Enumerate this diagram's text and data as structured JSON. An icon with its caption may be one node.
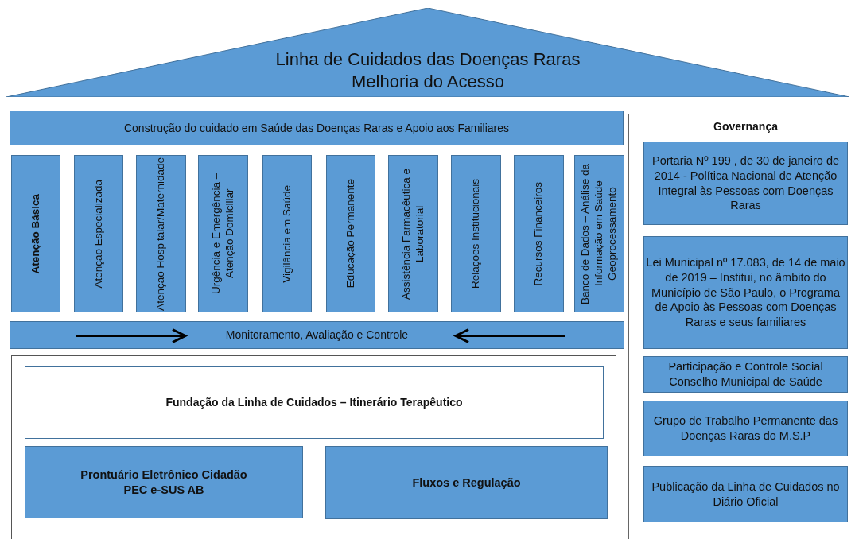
{
  "diagram": {
    "nodes": [
      {
        "text": [
          "Linha de Cuidados das Doenças Raras",
          "Melhoria do Acesso"
        ]
      },
      {
        "text": [
          "Construção do cuidado em Saúde das Doenças Raras e Apoio aos Familiares"
        ]
      },
      {
        "text": [
          "Atenção Básica"
        ]
      },
      {
        "text": [
          "Atenção Especializada"
        ]
      },
      {
        "text": [
          "Atenção Hospitalar/Maternidade"
        ]
      },
      {
        "text": [
          "Urgência e Emergência – Atenção Domiciliar"
        ]
      },
      {
        "text": [
          "Vigilância em Saúde"
        ]
      },
      {
        "text": [
          "Educação Permanente"
        ]
      },
      {
        "text": [
          "Assistência Farmacêutica e Laboratorial"
        ]
      },
      {
        "text": [
          "Relações Institucionais"
        ]
      },
      {
        "text": [
          "Recursos Financeiros"
        ]
      },
      {
        "text": [
          "Banco de Dados – Análise da Informação em Saúde Geoprocessamento"
        ]
      },
      {
        "text": [
          "Monitoramento, Avaliação e Controle"
        ]
      },
      {
        "text": [],
        "shape": "box"
      },
      {
        "text": [
          "Fundação da Linha de Cuidados – Itinerário Terapêutico"
        ],
        "in": 13
      },
      {
        "text": [
          "Prontuário Eletrônico Cidadão",
          "PEC e-SUS AB"
        ],
        "in": 13
      },
      {
        "text": [
          "Fluxos e Regulação"
        ],
        "in": 13
      },
      {
        "text": [
          "Governança"
        ]
      },
      {
        "text": [
          "Portaria Nº 199 , de 30 de janeiro de 2014 - Política Nacional de Atenção Integral às Pessoas com Doenças Raras"
        ],
        "in": 17
      },
      {
        "text": [
          "Lei Municipal nº 17.083,  de 14 de maio de 2019 – Institui, no âmbito do Município de São Paulo, o Programa de Apoio às Pessoas com Doenças Raras e seus familiares"
        ],
        "in": 17
      },
      {
        "text": [
          "Participação e Controle Social Conselho Municipal de Saúde"
        ],
        "in": 17
      },
      {
        "text": [
          "Grupo de Trabalho Permanente das Doenças Raras do M.S.P"
        ],
        "in": 17
      },
      {
        "text": [
          "Publicação da Linha de Cuidados no Diário Oficial"
        ],
        "in": 17
      }
    ],
    "edges": []
  }
}
